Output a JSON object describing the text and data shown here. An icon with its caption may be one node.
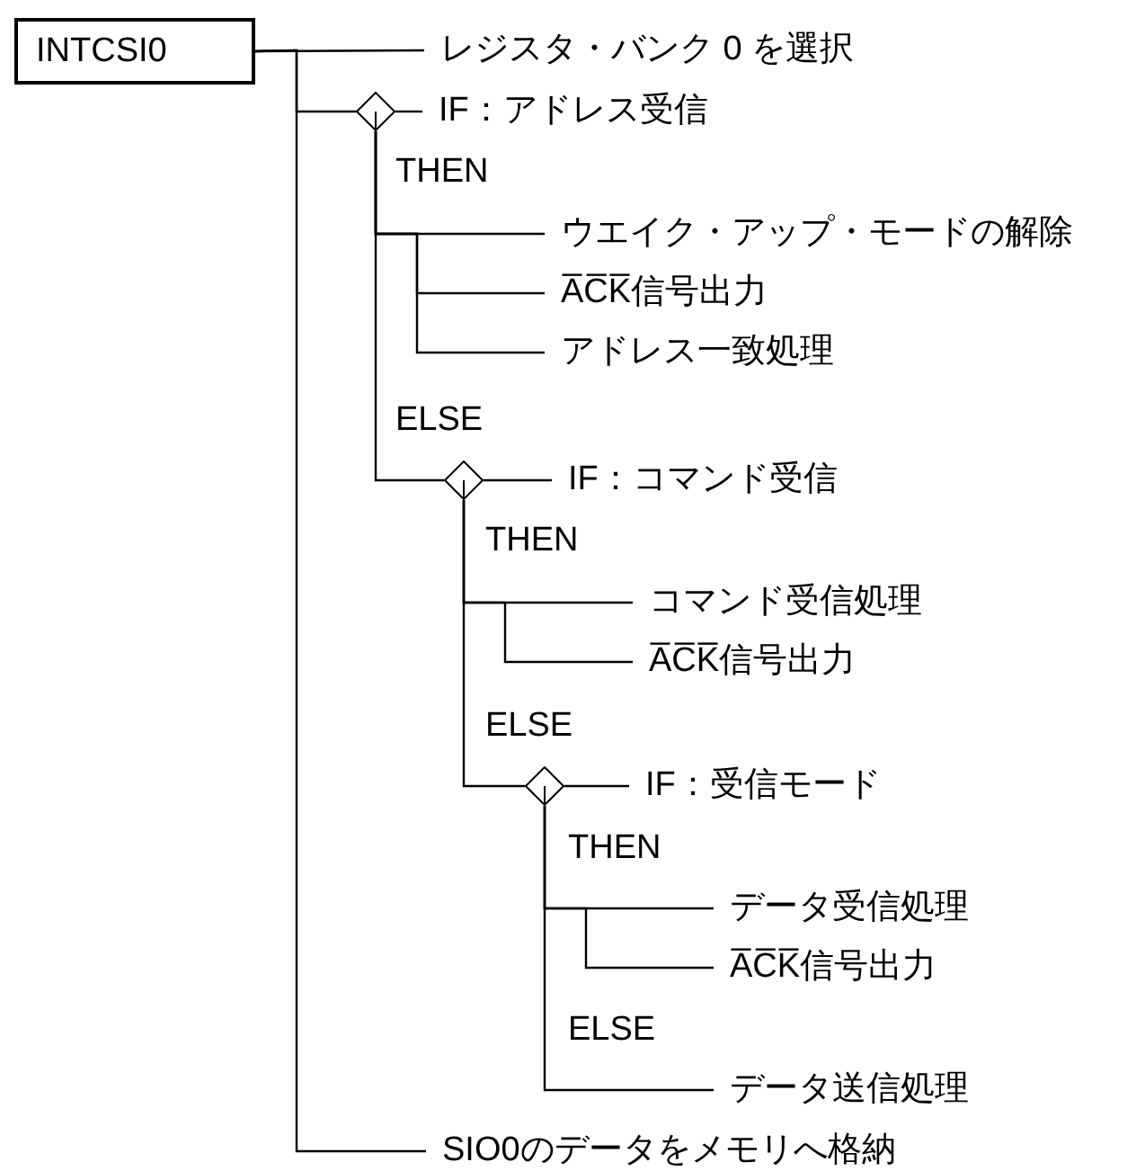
{
  "diagram": {
    "nodes": [
      {
        "text": [
          "INTCSI0"
        ]
      },
      {
        "text": [
          "レジスタ・バンク 0 を選択"
        ]
      },
      {
        "text": [],
        "shape": "diamond"
      },
      {
        "text": [
          "IF：アドレス受信"
        ]
      },
      {
        "text": [
          "ウエイク・アップ・モードの解除"
        ]
      },
      {
        "text": [
          "A̅C̅K̅信号出力"
        ]
      },
      {
        "text": [
          "アドレス一致処理"
        ]
      },
      {
        "text": [],
        "shape": "diamond"
      },
      {
        "text": [
          "IF：コマンド受信"
        ]
      },
      {
        "text": [
          "コマンド受信処理"
        ]
      },
      {
        "text": [
          "A̅C̅K̅信号出力"
        ]
      },
      {
        "text": [],
        "shape": "diamond"
      },
      {
        "text": [
          "IF：受信モード"
        ]
      },
      {
        "text": [
          "データ受信処理"
        ]
      },
      {
        "text": [
          "A̅C̅K̅信号出力"
        ]
      },
      {
        "text": [
          "データ送信処理"
        ]
      },
      {
        "text": [
          "SIO0のデータをメモリへ格納"
        ]
      }
    ],
    "edges": [
      {
        "from": 0,
        "to": 1,
        "arrow": "none"
      },
      {
        "from": 0,
        "to": 2,
        "arrow": "none"
      },
      {
        "from": 2,
        "to": 3,
        "arrow": "none"
      },
      {
        "from": 2,
        "to": 4,
        "arrow": "none"
      },
      {
        "from": 2,
        "to": 5,
        "arrow": "none"
      },
      {
        "from": 2,
        "to": 6,
        "arrow": "none"
      },
      {
        "from": 2,
        "to": 7,
        "arrow": "none"
      },
      {
        "from": 7,
        "to": 8,
        "arrow": "none"
      },
      {
        "from": 7,
        "to": 9,
        "arrow": "none"
      },
      {
        "from": 7,
        "to": 10,
        "arrow": "none"
      },
      {
        "from": 7,
        "to": 11,
        "arrow": "none"
      },
      {
        "from": 11,
        "to": 12,
        "arrow": "none"
      },
      {
        "from": 11,
        "to": 13,
        "arrow": "none"
      },
      {
        "from": 11,
        "to": 14,
        "arrow": "none"
      },
      {
        "from": 11,
        "to": 15,
        "arrow": "none"
      },
      {
        "from": 0,
        "to": 16,
        "arrow": "none"
      }
    ],
    "labels": [
      "THEN",
      "ELSE",
      "THEN",
      "ELSE",
      "THEN",
      "ELSE"
    ]
  }
}
